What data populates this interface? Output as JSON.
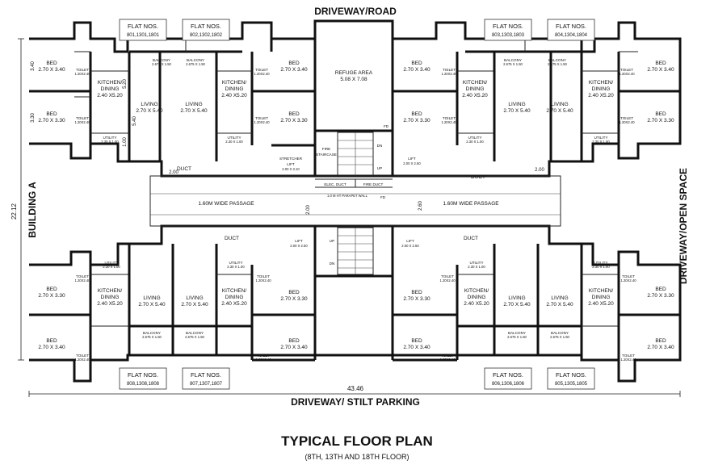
{
  "labels": {
    "top_road": "DRIVEWAY/ROAD",
    "bottom_road": "DRIVEWAY/ STILT PARKING",
    "left_building": "BUILDING A",
    "right_side": "DRIVEWAY/OPEN SPACE",
    "overall_width": "43.46",
    "overall_height": "22.12",
    "title": "TYPICAL FLOOR PLAN",
    "subtitle": "(8TH, 13TH AND 18TH FLOOR)"
  },
  "flat_boxes": [
    {
      "title": "FLAT NOS.",
      "numbers": "801,1301,1801"
    },
    {
      "title": "FLAT NOS.",
      "numbers": "802,1302,1802"
    },
    {
      "title": "FLAT NOS.",
      "numbers": "803,1303,1803"
    },
    {
      "title": "FLAT NOS.",
      "numbers": "804,1304,1804"
    },
    {
      "title": "FLAT NOS.",
      "numbers": "808,1308,1808"
    },
    {
      "title": "FLAT NOS.",
      "numbers": "807,1307,1807"
    },
    {
      "title": "FLAT NOS.",
      "numbers": "806,1306,1806"
    },
    {
      "title": "FLAT NOS.",
      "numbers": "805,1305,1805"
    }
  ],
  "rooms": {
    "bed": "BED",
    "bed_a": "2.70 X 3.40",
    "bed_b": "2.70 X 3.30",
    "kitchen_1": "KITCHEN/",
    "kitchen_2": "DINING",
    "kitchen_size": "2.40 X5.20",
    "living": "LIVING",
    "living_size": "2.70 X 5.40",
    "balcony": "BALCONY",
    "balcony_size": "2.675 X 1.50",
    "toilet": "TOILET",
    "toilet_size": "1.20X2.40",
    "utility": "UTILITY",
    "utility_size": "2.30 X 1.00",
    "duct": "DUCT",
    "passage": "1.60M WIDE PASSAGE",
    "refuge_1": "REFUGE AREA",
    "refuge_2": "5.08 X 7.08",
    "stretcher_1": "STRETCHER",
    "stretcher_2": "LIFT",
    "stretcher_size": "2.00 X 3.10",
    "lift": "LIFT",
    "lift_size": "2.00 X 2.50",
    "fire_1": "FIRE",
    "fire_2": "STAIRCASE",
    "dn": "DN",
    "up": "UP",
    "fd": "FD",
    "elec_duct": "ELEC. DUCT",
    "fire_duct": "FIRE DUCT",
    "parapet": "1.0 M HT PARAPET WALL"
  },
  "dimensions": {
    "d200": "2.00",
    "d260": "2.60",
    "d340": "3.40",
    "d330": "3.30",
    "d540": "5.40",
    "d520": "5.20",
    "d100": "1.00"
  }
}
